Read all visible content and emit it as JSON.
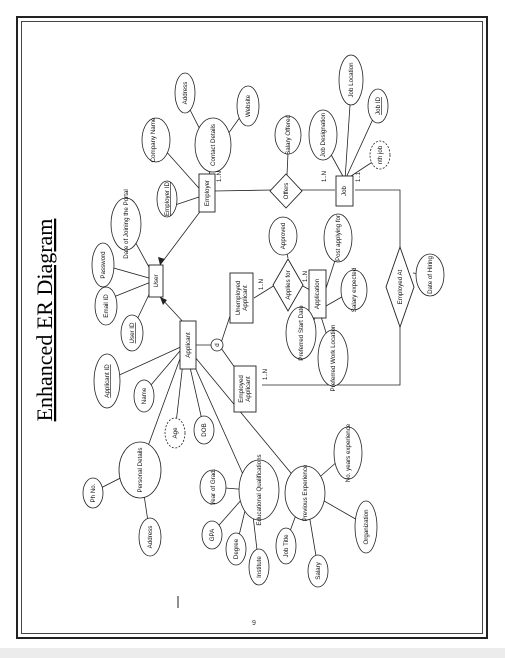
{
  "diagram": {
    "title": "Enhanced ER Diagram",
    "page_number": "9"
  },
  "entities": {
    "user": "User",
    "employer": "Employer",
    "applicant": "Applicant",
    "job": "Job",
    "application": "Application",
    "unemployed_applicant": "Unemployed Applicant",
    "employed_applicant": "Employed Applicant"
  },
  "relationships": {
    "offers": "Offers",
    "applies_for": "Applies for",
    "employed_at": "Employed At"
  },
  "attributes": {
    "company_name": "Company Name",
    "address_top": "Address",
    "website": "Website",
    "contact_details": "Contact Details",
    "employer_id": "Employer ID",
    "date_of_joining": "Date of Joining the Portal",
    "password": "Password",
    "email_id": "Email ID",
    "user_id": "User ID",
    "applicant_id": "Applicant ID",
    "name": "Name",
    "age": "Age",
    "dob": "DOB",
    "personal_details": "Personal Details",
    "ph_no": "Ph No.",
    "address_bottom": "Address",
    "year_of_grad": "Year of Grad.",
    "gpa": "GPA",
    "degree": "Degree",
    "institute": "Institute",
    "educational_qualifications": "Educational Qualifications",
    "previous_experience": "Previous Experience",
    "job_title": "Job Title",
    "salary": "Salary",
    "organization": "Organization",
    "no_years_experience": "No. years experience",
    "salary_offered": "Salary Offered",
    "job_designation": "Job Designation",
    "job_location": "Job Location",
    "job_id": "Job ID",
    "nth_job": "nth job",
    "approved": "Approved",
    "post_applying_for": "Post applying for",
    "salary_expected": "Salary expected",
    "preferred_start_date": "Preferred Start Date",
    "preferred_work_location": "Preferred Work Location",
    "date_of_hiring": "Date of Hiring"
  },
  "markers": {
    "disjoint": "d"
  },
  "cardinalities": {
    "employer_offers": "1..N",
    "job_offers": "1..N",
    "job_employed": "1..1",
    "unemployed_applies": "1..N",
    "application_applies": "1..N",
    "employed_applicant": "1..N"
  }
}
